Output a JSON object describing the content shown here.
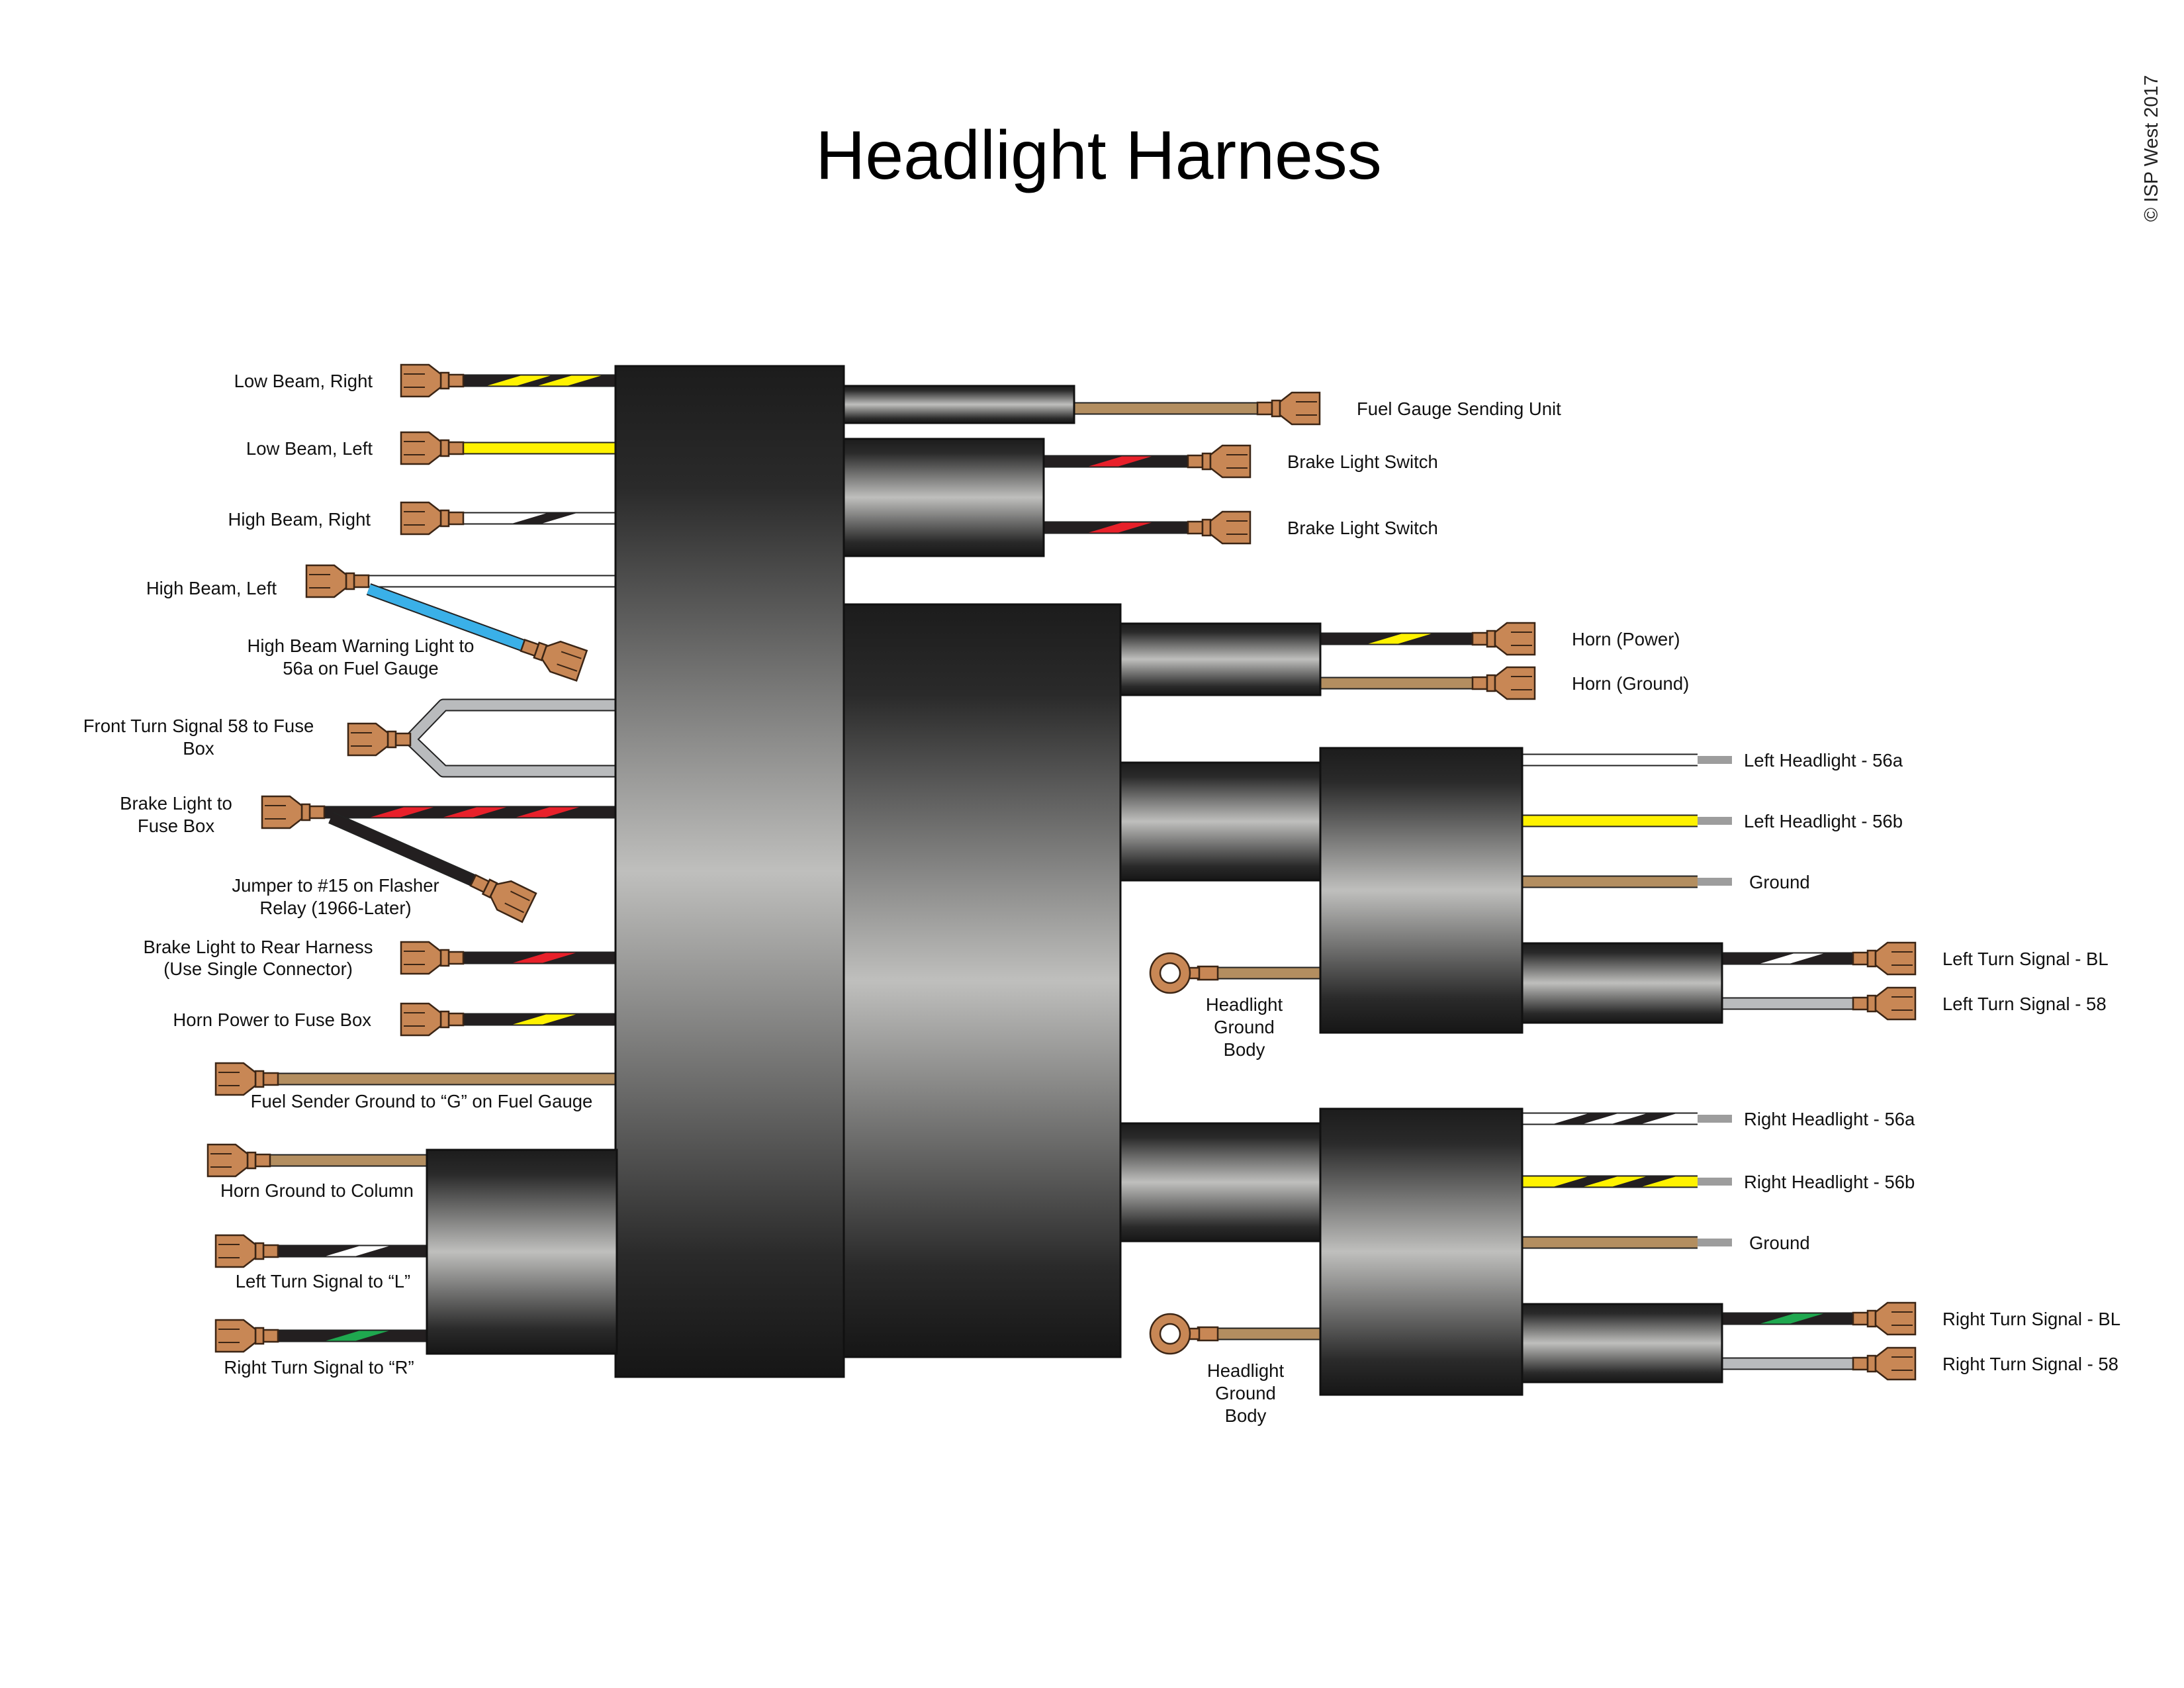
{
  "title": "Headlight Harness",
  "copyright": "© ISP West 2017",
  "colors": {
    "black": "#231f20",
    "white": "#ffffff",
    "yellow": "#fff200",
    "blue": "#3ab0e8",
    "grey": "#b9bbbd",
    "brown": "#b38e60",
    "red": "#e8202a",
    "green": "#1fa84f",
    "terminal": "#c88755",
    "stub": "#9d9d9d"
  },
  "wires": [
    {
      "id": "low-beam-right",
      "label": "Low Beam, Right",
      "base": "black",
      "stripe": "yellow"
    },
    {
      "id": "low-beam-left",
      "label": "Low Beam, Left",
      "base": "yellow"
    },
    {
      "id": "high-beam-right",
      "label": "High Beam, Right",
      "base": "white",
      "stripe": "black"
    },
    {
      "id": "high-beam-left",
      "label": "High Beam, Left",
      "base": "white"
    },
    {
      "id": "high-beam-warning",
      "label": [
        "High Beam Warning Light to",
        "56a on Fuel Gauge"
      ],
      "base": "blue"
    },
    {
      "id": "front-turn-signal-58",
      "label": [
        "Front Turn Signal 58 to Fuse",
        "Box"
      ],
      "base": "grey"
    },
    {
      "id": "brake-light-fuse",
      "label": [
        "Brake Light to",
        "Fuse Box"
      ],
      "base": "black",
      "stripe": "red"
    },
    {
      "id": "jumper-flasher",
      "label": [
        "Jumper to #15 on Flasher",
        "Relay (1966-Later)"
      ],
      "base": "black"
    },
    {
      "id": "brake-light-rear",
      "label": [
        "Brake Light to Rear Harness",
        "(Use Single Connector)"
      ],
      "base": "black",
      "stripe": "red"
    },
    {
      "id": "horn-power-fuse",
      "label": "Horn Power to Fuse Box",
      "base": "black",
      "stripe": "yellow"
    },
    {
      "id": "fuel-sender-ground",
      "label": "Fuel Sender Ground to “G” on Fuel Gauge",
      "base": "brown"
    },
    {
      "id": "horn-ground-column",
      "label": "Horn Ground to Column",
      "base": "brown"
    },
    {
      "id": "left-turn-signal-l",
      "label": "Left Turn Signal to “L”",
      "base": "black",
      "stripe": "white"
    },
    {
      "id": "right-turn-signal-r",
      "label": "Right Turn Signal to “R”",
      "base": "black",
      "stripe": "green"
    },
    {
      "id": "fuel-gauge-sending",
      "label": "Fuel Gauge Sending Unit",
      "base": "brown"
    },
    {
      "id": "brake-light-switch-1",
      "label": "Brake Light Switch",
      "base": "black",
      "stripe": "red"
    },
    {
      "id": "brake-light-switch-2",
      "label": "Brake Light Switch",
      "base": "black",
      "stripe": "red"
    },
    {
      "id": "horn-power",
      "label": "Horn (Power)",
      "base": "black",
      "stripe": "yellow"
    },
    {
      "id": "horn-ground",
      "label": "Horn (Ground)",
      "base": "brown"
    },
    {
      "id": "left-headlight-56a",
      "label": "Left Headlight - 56a",
      "base": "white"
    },
    {
      "id": "left-headlight-56b",
      "label": "Left Headlight - 56b",
      "base": "yellow"
    },
    {
      "id": "left-ground",
      "label": "Ground",
      "base": "brown"
    },
    {
      "id": "left-turn-bl",
      "label": "Left Turn Signal - BL",
      "base": "black",
      "stripe": "white"
    },
    {
      "id": "left-turn-58",
      "label": "Left Turn Signal - 58",
      "base": "grey"
    },
    {
      "id": "left-body-ground",
      "label": [
        "Headlight",
        "Ground",
        "Body"
      ],
      "base": "brown"
    },
    {
      "id": "right-headlight-56a",
      "label": "Right Headlight - 56a",
      "base": "white",
      "stripe": "black"
    },
    {
      "id": "right-headlight-56b",
      "label": "Right Headlight - 56b",
      "base": "yellow",
      "stripe": "black"
    },
    {
      "id": "right-ground",
      "label": "Ground",
      "base": "brown"
    },
    {
      "id": "right-turn-bl",
      "label": "Right Turn Signal - BL",
      "base": "black",
      "stripe": "green"
    },
    {
      "id": "right-turn-58",
      "label": "Right Turn Signal - 58",
      "base": "grey"
    },
    {
      "id": "right-body-ground",
      "label": [
        "Headlight",
        "Ground",
        "Body"
      ],
      "base": "brown"
    }
  ]
}
